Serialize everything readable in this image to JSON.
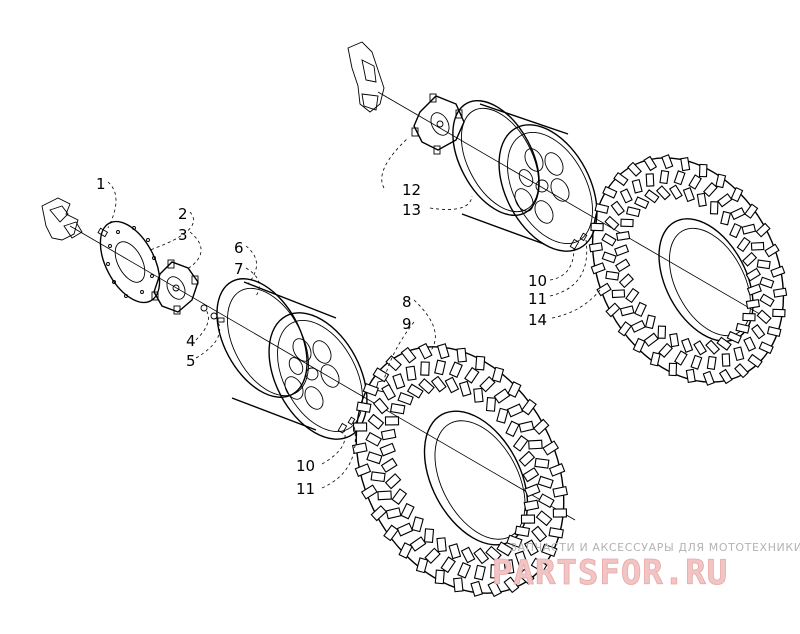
{
  "callouts": [
    {
      "id": "c1",
      "text": "1"
    },
    {
      "id": "c2",
      "text": "2"
    },
    {
      "id": "c3",
      "text": "3"
    },
    {
      "id": "c4",
      "text": "4"
    },
    {
      "id": "c5",
      "text": "5"
    },
    {
      "id": "c6",
      "text": "6"
    },
    {
      "id": "c7",
      "text": "7"
    },
    {
      "id": "c8",
      "text": "8"
    },
    {
      "id": "c9",
      "text": "9"
    },
    {
      "id": "c10a",
      "text": "10"
    },
    {
      "id": "c11a",
      "text": "11"
    },
    {
      "id": "c10b",
      "text": "10"
    },
    {
      "id": "c11b",
      "text": "11"
    },
    {
      "id": "c12",
      "text": "12"
    },
    {
      "id": "c13",
      "text": "13"
    },
    {
      "id": "c14",
      "text": "14"
    }
  ],
  "watermark": {
    "caption": "ЗАПЧАСТИ И АКСЕССУАРЫ ДЛЯ МОТОТЕХНИКИ",
    "brand": "PARTSFOR.RU"
  },
  "colors": {
    "line": "#000000",
    "background": "#ffffff",
    "watermark_caption": "#b3b3b3",
    "watermark_brand": "#f2c4c4"
  }
}
